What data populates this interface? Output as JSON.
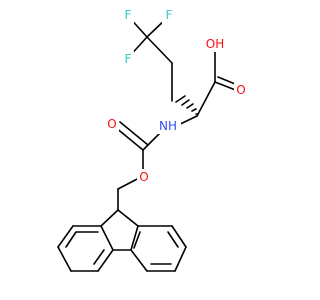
{
  "molecule": {
    "bond_color": "#000000",
    "atoms": {
      "F1": {
        "symbol": "F",
        "color": "#33cccc"
      },
      "F2": {
        "symbol": "F",
        "color": "#33cccc"
      },
      "F3": {
        "symbol": "F",
        "color": "#33cccc"
      },
      "OH": {
        "symbol": "OH",
        "color": "#ff0d0d"
      },
      "O_acid": {
        "symbol": "O",
        "color": "#ff0d0d"
      },
      "NH": {
        "symbol": "NH",
        "color": "#3050f8"
      },
      "O_carbonyl": {
        "symbol": "O",
        "color": "#ff0d0d"
      },
      "O_ester": {
        "symbol": "O",
        "color": "#ff0d0d"
      }
    }
  }
}
